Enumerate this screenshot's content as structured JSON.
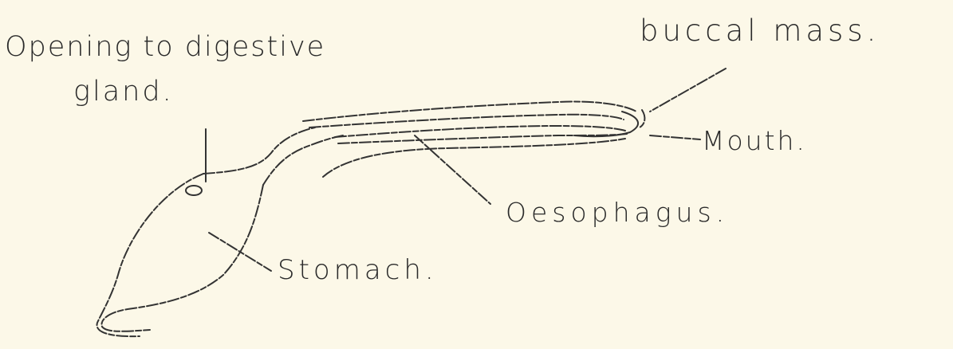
{
  "labels": {
    "opening_line1": "Opening to digestive",
    "opening_line2": "gland.",
    "buccal_mass": "buccal mass.",
    "mouth": "Mouth.",
    "oesophagus": "Oesophagus.",
    "stomach": "Stomach."
  },
  "colors": {
    "paper": "#fcf8e8",
    "ink": "#333333"
  }
}
